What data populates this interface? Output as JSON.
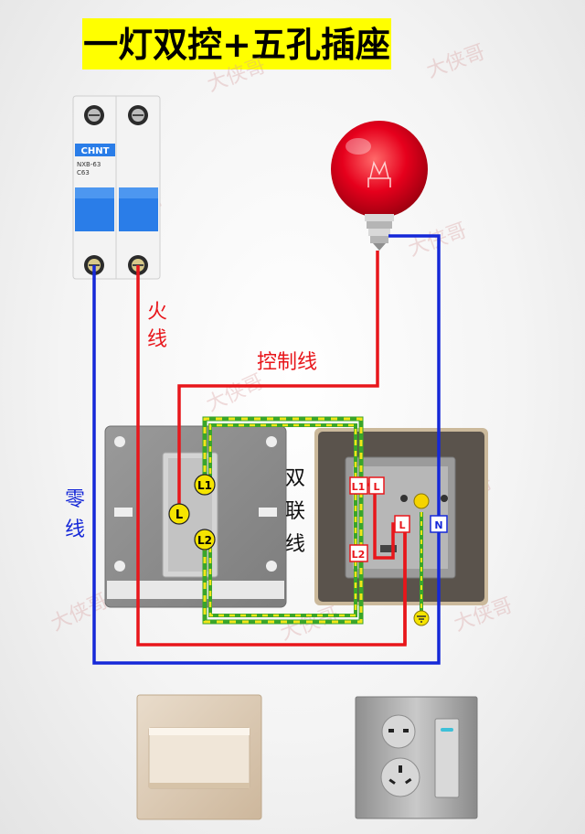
{
  "title": "一灯双控+五孔插座",
  "breaker": {
    "brand": "CHNT",
    "model": "NXB-63",
    "rating": "C63"
  },
  "labels": {
    "live_wire_1": "火",
    "live_wire_2": "线",
    "neutral_wire_1": "零",
    "neutral_wire_2": "线",
    "control_wire": "控制线",
    "dual_link_1": "双",
    "dual_link_2": "联",
    "dual_link_3": "线"
  },
  "terminals": {
    "switch_common": "L",
    "switch_l1": "L1",
    "switch_l2": "L2",
    "box_l1": "L1",
    "box_l": "L",
    "box_l2": "L2",
    "socket_l": "L",
    "socket_n": "N"
  },
  "watermark": "大侠哥",
  "colors": {
    "title_bg": "#ffff00",
    "live": "#e8161b",
    "neutral": "#1528d8",
    "earth_green": "#3aa52a",
    "earth_yellow": "#f2e51a",
    "terminal_yellow": "#f5e400",
    "bulb": "#e6001c",
    "breaker_blue": "#2a7de8"
  }
}
